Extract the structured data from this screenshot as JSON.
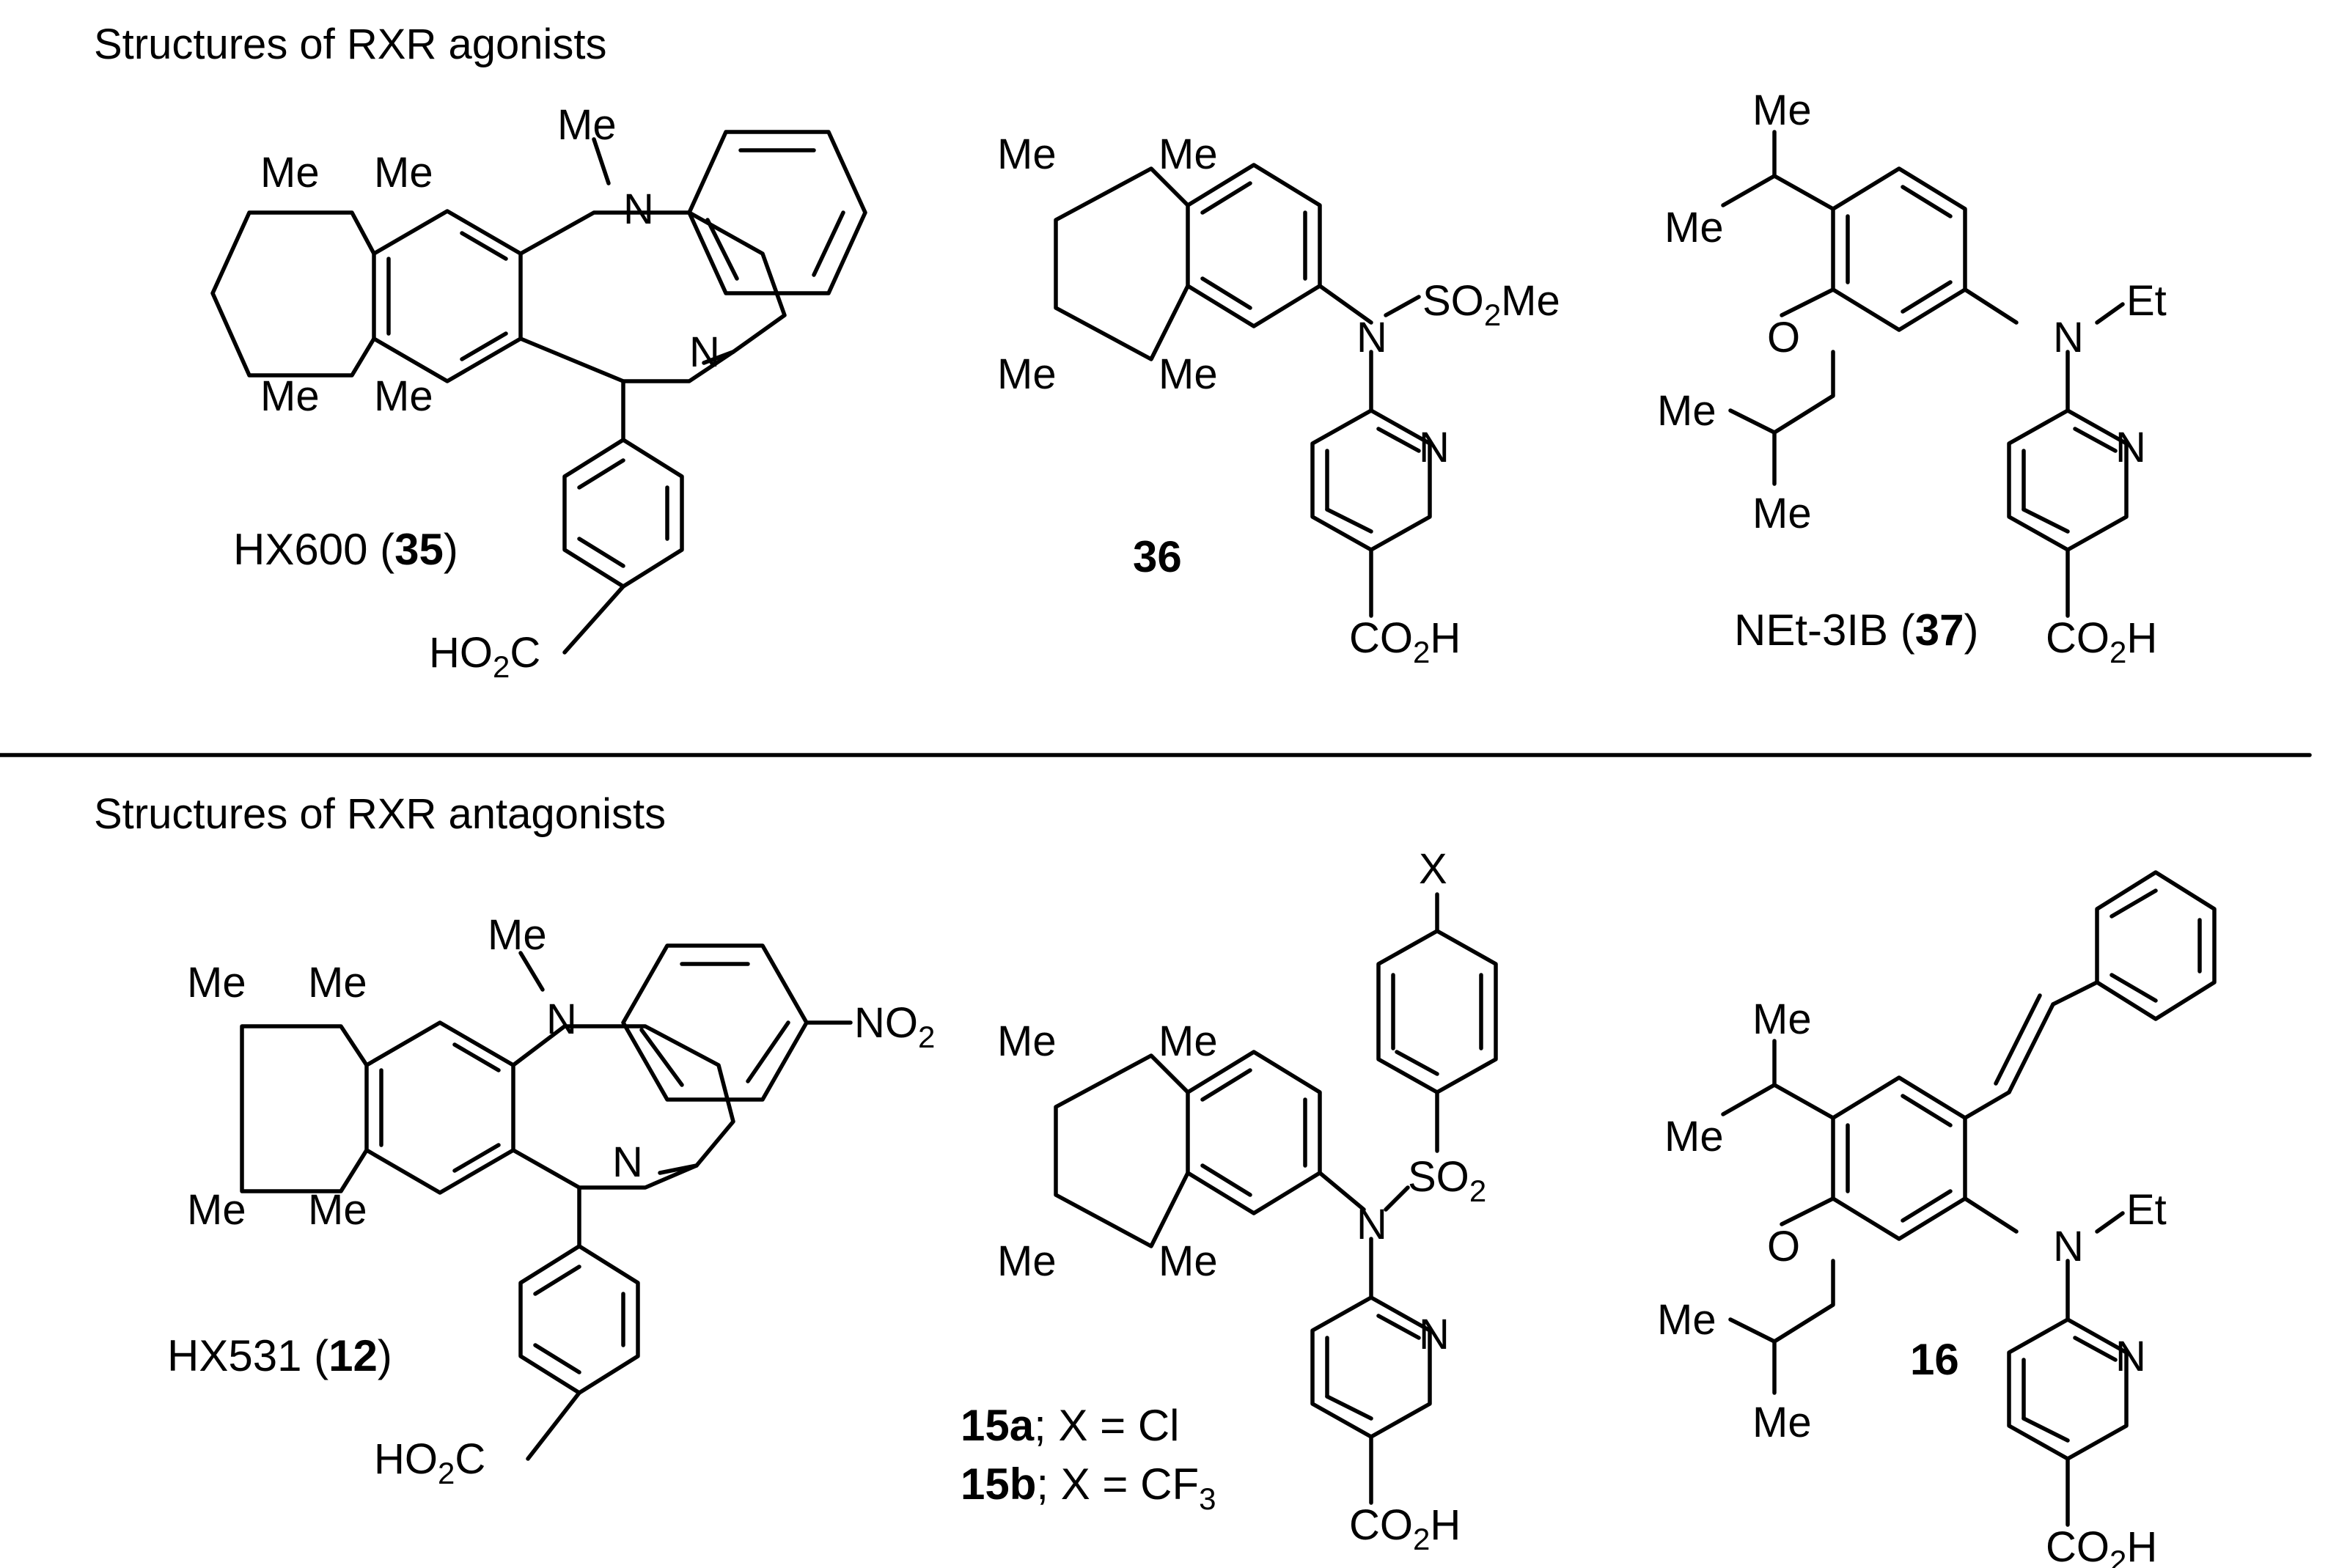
{
  "sections": {
    "agonists_heading": "Structures of RXR agonists",
    "antagonists_heading": "Structures of RXR antagonists"
  },
  "atom_labels": {
    "me": "Me",
    "n": "N",
    "o": "O",
    "x": "X",
    "et": "Et",
    "ho": "HO",
    "c": "C",
    "co": "CO",
    "h": "H",
    "so": "SO",
    "two": "2",
    "three": "3",
    "no": "NO"
  },
  "compounds": {
    "c35": {
      "name": "HX600 (",
      "num": "35",
      "close": ")"
    },
    "c36": {
      "num": "36"
    },
    "c37": {
      "name": "NEt-3IB (",
      "num": "37",
      "close": ")"
    },
    "c12": {
      "name": "HX531 (",
      "num": "12",
      "close": ")"
    },
    "c15a": {
      "num": "15a",
      "rest": "; X = Cl"
    },
    "c15b": {
      "num": "15b",
      "rest": "; X = CF"
    },
    "c16": {
      "num": "16"
    }
  }
}
